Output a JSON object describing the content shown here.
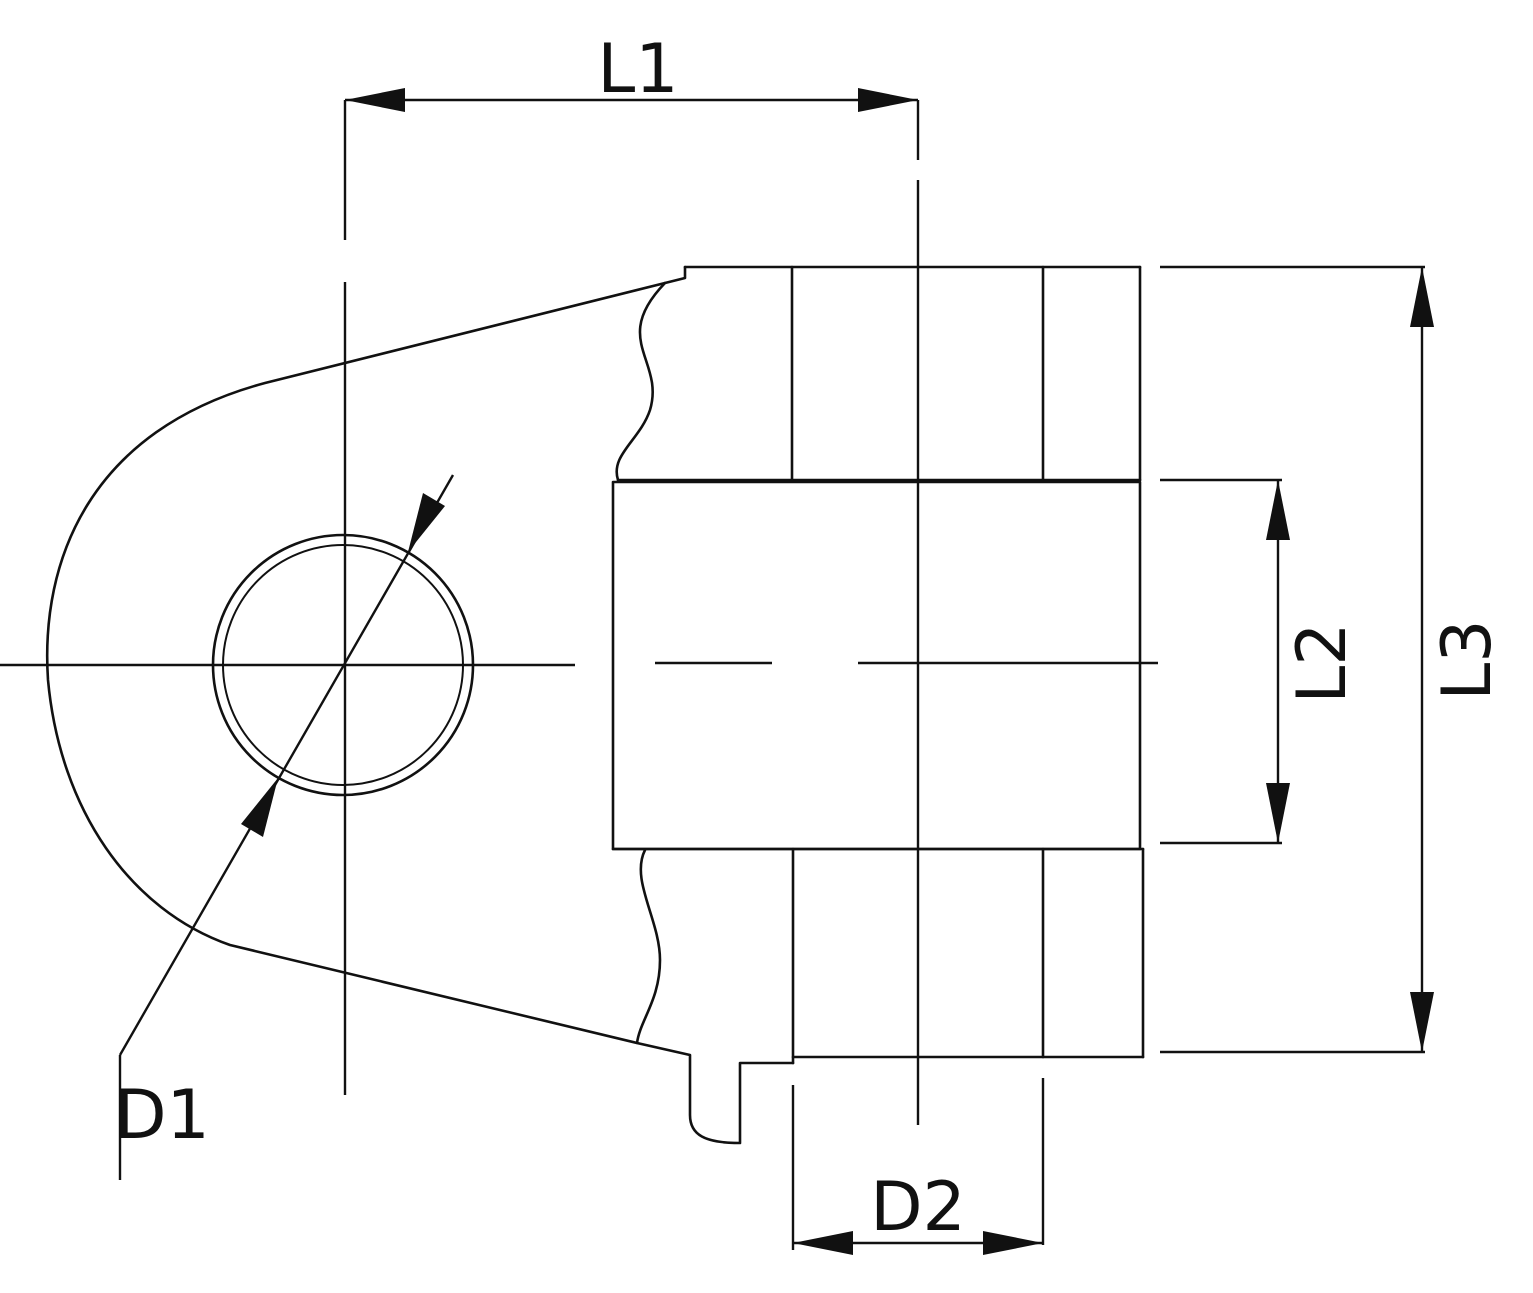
{
  "dimensions": {
    "l1": "L1",
    "l2": "L2",
    "l3": "L3",
    "d1": "D1",
    "d2": "D2"
  },
  "colors": {
    "line": "#111111",
    "background": "#ffffff"
  }
}
